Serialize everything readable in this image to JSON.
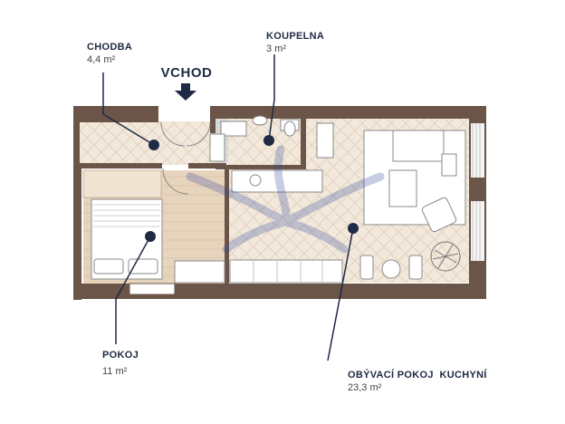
{
  "entrance": {
    "label": "VCHOD",
    "icon": "arrow-down-icon"
  },
  "rooms": [
    {
      "key": "chodba",
      "name": "CHODBA",
      "area": "4,4 m²"
    },
    {
      "key": "koupelna",
      "name": "KOUPELNA",
      "area": "3 m²"
    },
    {
      "key": "pokoj",
      "name": "POKOJ",
      "area": "11 m²"
    },
    {
      "key": "obyvaci",
      "name": "OBÝVACÍ POKOJ  KUCHYNÍ",
      "area": "23,3 m²"
    }
  ],
  "colors": {
    "wall": "#6b5448",
    "floor_wood": "#e8d8c4",
    "floor_herring": "#f2e9dc",
    "tile": "#dcdcdc",
    "marker": "#1f2a44",
    "furniture": "#ffffff",
    "watermark": "#3a4fa0"
  }
}
